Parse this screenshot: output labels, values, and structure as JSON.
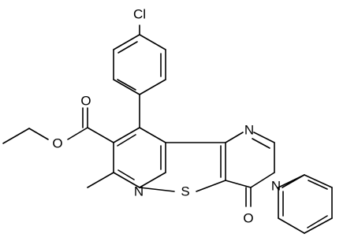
{
  "molecule": {
    "atom_labels": {
      "chlorine": "Cl",
      "ester_oxygen_carbonyl": "O",
      "ester_oxygen_ether": "O",
      "pyrimidine_nitrogen_top": "N",
      "pyrimidine_nitrogen_phenyl": "N",
      "pyridine_nitrogen": "N",
      "thiophene_sulfur": "S",
      "ketone_oxygen": "O"
    },
    "colors": {
      "bond": "#000000",
      "background": "#ffffff"
    }
  }
}
